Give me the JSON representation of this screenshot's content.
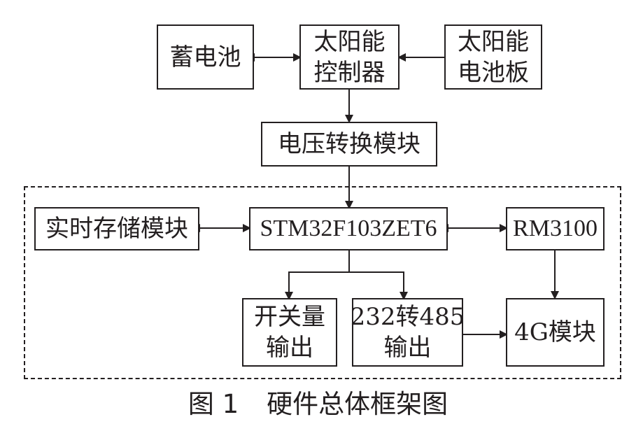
{
  "nodes": {
    "battery": [
      "蓄电池"
    ],
    "solar_controller": [
      "太阳能",
      "控制器"
    ],
    "solar_panel": [
      "太阳能",
      "电池板"
    ],
    "voltage_module": [
      "电压转换模块"
    ],
    "storage_module": [
      "实时存储模块"
    ],
    "mcu": [
      "STM32F103ZET6"
    ],
    "rm3100": [
      "RM3100"
    ],
    "switch_output": [
      "开关量",
      "输出"
    ],
    "rs232_485": [
      "232转485",
      "输出"
    ],
    "module_4g": [
      "4G模块"
    ]
  },
  "caption": {
    "number": "图 1",
    "title": "硬件总体框架图"
  }
}
